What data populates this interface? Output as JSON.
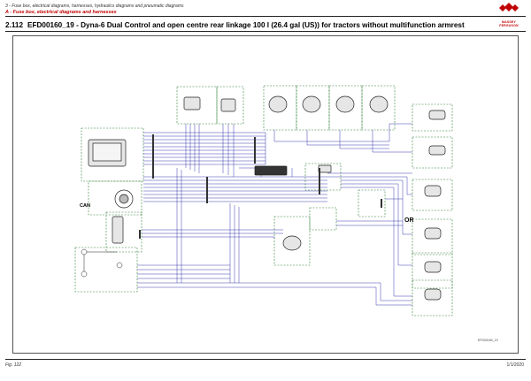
{
  "header": {
    "breadcrumb_line1": "3 - Fuse box, electrical diagrams, harnesses, hydraulics diagrams and pneumatic diagrams",
    "breadcrumb_line2": "A - Fuse box, electrical diagrams and harnesses",
    "brand_text": "MASSEY FERGUSON"
  },
  "title": {
    "number": "2.112",
    "text": "EFD00160_19 - Dyna-6 Dual Control and open centre rear linkage 100 l (26.4 gal (US)) for tractors without multifunction armrest"
  },
  "diagram": {
    "label_can": "CAN",
    "label_or": "OR",
    "figure_id": "EFD00160_19",
    "colors": {
      "wire": "#3a3ab0",
      "box": "#2e7d32",
      "component": "#222222",
      "brand": "#c00000"
    }
  },
  "footer": {
    "left": "Fig. 122",
    "right": "1/1/2020"
  }
}
